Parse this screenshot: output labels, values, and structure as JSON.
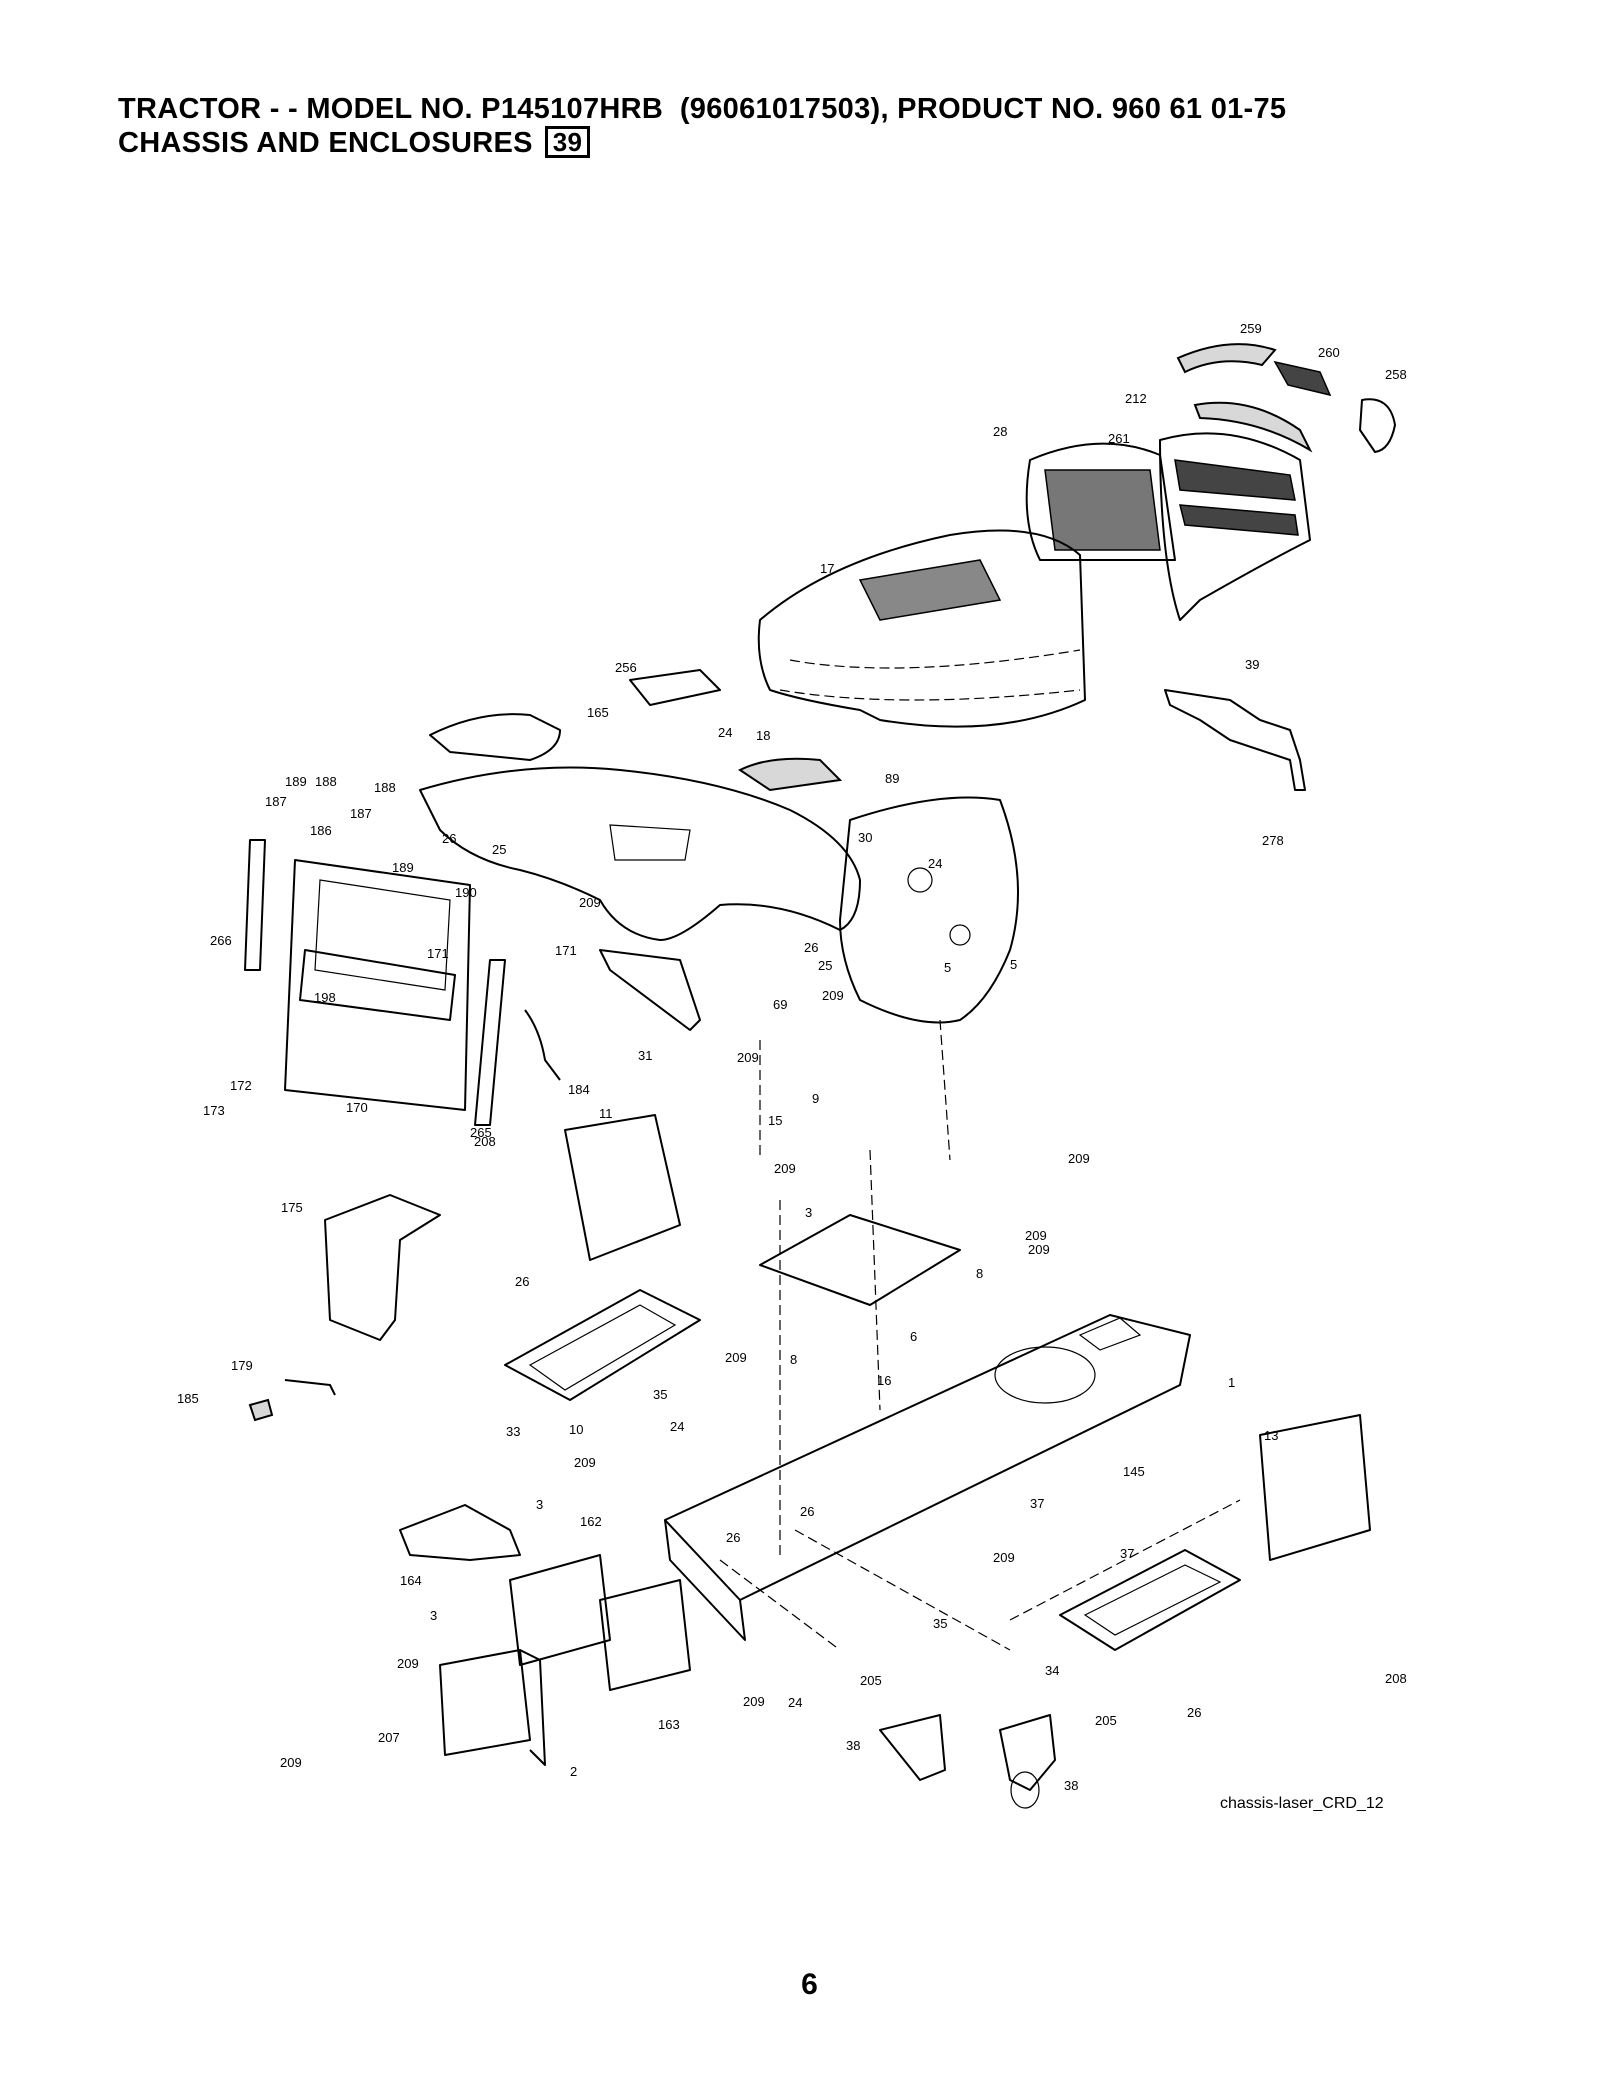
{
  "header": {
    "line1": "TRACTOR - - MODEL NO. P145107HRB  (96061017503), PRODUCT NO. 960 61 01-75",
    "line2": "CHASSIS AND ENCLOSURES",
    "section_badge": "39"
  },
  "diagram": {
    "callouts": [
      "259",
      "260",
      "258",
      "212",
      "28",
      "261",
      "17",
      "39",
      "278",
      "256",
      "165",
      "24",
      "18",
      "89",
      "189",
      "188",
      "188",
      "187",
      "187",
      "186",
      "189",
      "26",
      "25",
      "30",
      "24",
      "266",
      "190",
      "209",
      "171",
      "171",
      "26",
      "25",
      "5",
      "5",
      "69",
      "209",
      "31",
      "209",
      "198",
      "184",
      "172",
      "173",
      "170",
      "265",
      "11",
      "9",
      "15",
      "209",
      "208",
      "209",
      "209",
      "3",
      "209",
      "175",
      "26",
      "8",
      "6",
      "8",
      "209",
      "35",
      "16",
      "1",
      "179",
      "185",
      "33",
      "10",
      "24",
      "13",
      "209",
      "145",
      "3",
      "162",
      "26",
      "26",
      "37",
      "37",
      "209",
      "164",
      "3",
      "35",
      "34",
      "208",
      "209",
      "209",
      "24",
      "163",
      "26",
      "205",
      "205",
      "207",
      "38",
      "38",
      "209",
      "2"
    ]
  },
  "reference_label": "chassis-laser_CRD_12",
  "page_number": "6"
}
